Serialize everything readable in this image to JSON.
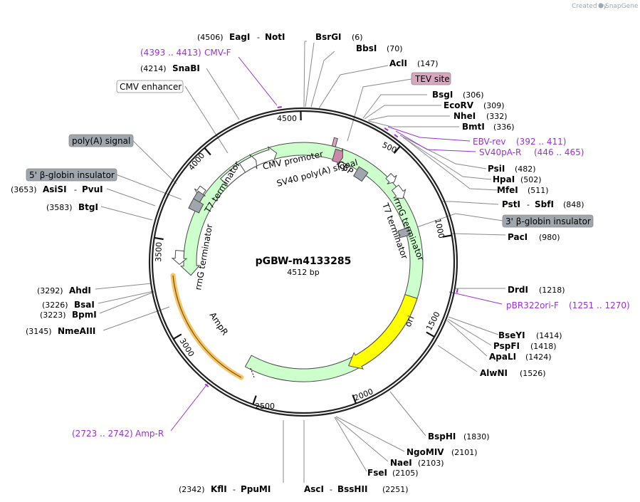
{
  "header": {
    "created_by": "Created by",
    "brand": "SnapGene"
  },
  "plasmid": {
    "name": "pGBW-m4133285",
    "length_label": "4512 bp",
    "length": 4512
  },
  "colors": {
    "primer": "#9b30d9",
    "ampr": "#ccffcc",
    "ori": "#ffff00",
    "tev": "#d9a6c0",
    "gray": "#a0a6ad",
    "highlight": "#f5c56b",
    "arrow": "#ffffff"
  },
  "ticks": [
    {
      "pos": 500,
      "label": "500"
    },
    {
      "pos": 1000,
      "label": "1000"
    },
    {
      "pos": 1500,
      "label": "1500"
    },
    {
      "pos": 2000,
      "label": "2000"
    },
    {
      "pos": 2500,
      "label": "2500"
    },
    {
      "pos": 3000,
      "label": "3000"
    },
    {
      "pos": 3500,
      "label": "3500"
    },
    {
      "pos": 4000,
      "label": "4000"
    },
    {
      "pos": 4500,
      "label": "4500"
    }
  ],
  "sites": [
    {
      "name": "EagI",
      "partner": "NotI",
      "pos": 4506,
      "pos_text": "(4506)"
    },
    {
      "name": "BsrGI",
      "pos": 6,
      "pos_text": "(6)"
    },
    {
      "name": "BbsI",
      "pos": 70,
      "pos_text": "(70)"
    },
    {
      "name": "AclI",
      "pos": 147,
      "pos_text": "(147)"
    },
    {
      "name": "BsgI",
      "pos": 306,
      "pos_text": "(306)"
    },
    {
      "name": "EcoRV",
      "pos": 309,
      "pos_text": "(309)"
    },
    {
      "name": "NheI",
      "pos": 332,
      "pos_text": "(332)"
    },
    {
      "name": "BmtI",
      "pos": 336,
      "pos_text": "(336)"
    },
    {
      "name": "PsiI",
      "pos": 482,
      "pos_text": "(482)"
    },
    {
      "name": "HpaI",
      "pos": 502,
      "pos_text": "(502)"
    },
    {
      "name": "MfeI",
      "pos": 511,
      "pos_text": "(511)"
    },
    {
      "name": "PstI",
      "partner": "SbfI",
      "pos": 848,
      "pos_text": "(848)"
    },
    {
      "name": "PacI",
      "pos": 980,
      "pos_text": "(980)"
    },
    {
      "name": "DrdI",
      "pos": 1218,
      "pos_text": "(1218)"
    },
    {
      "name": "BseYI",
      "pos": 1414,
      "pos_text": "(1414)"
    },
    {
      "name": "PspFI",
      "pos": 1418,
      "pos_text": "(1418)"
    },
    {
      "name": "ApaLI",
      "pos": 1424,
      "pos_text": "(1424)"
    },
    {
      "name": "AlwNI",
      "pos": 1526,
      "pos_text": "(1526)"
    },
    {
      "name": "BspHI",
      "pos": 1830,
      "pos_text": "(1830)"
    },
    {
      "name": "NgoMIV",
      "pos": 2101,
      "pos_text": "(2101)"
    },
    {
      "name": "NaeI",
      "pos": 2103,
      "pos_text": "(2103)"
    },
    {
      "name": "FseI",
      "pos": 2105,
      "pos_text": "(2105)"
    },
    {
      "name": "AscI",
      "partner": "BssHII",
      "pos": 2251,
      "pos_text": "(2251)"
    },
    {
      "name": "KflI",
      "partner": "PpuMI",
      "pos": 2342,
      "pos_text": "(2342)"
    },
    {
      "name": "NmeAIII",
      "pos": 3145,
      "pos_text": "(3145)"
    },
    {
      "name": "BpmI",
      "pos": 3223,
      "pos_text": "(3223)"
    },
    {
      "name": "BsaI",
      "pos": 3226,
      "pos_text": "(3226)"
    },
    {
      "name": "AhdI",
      "pos": 3292,
      "pos_text": "(3292)"
    },
    {
      "name": "BtgI",
      "pos": 3583,
      "pos_text": "(3583)"
    },
    {
      "name": "AsiSI",
      "partner": "PvuI",
      "pos": 3653,
      "pos_text": "(3653)"
    },
    {
      "name": "SnaBI",
      "pos": 4214,
      "pos_text": "(4214)"
    }
  ],
  "primers": [
    {
      "name": "CMV-F",
      "range": "(4393 .. 4413)",
      "start": 4393,
      "end": 4413
    },
    {
      "name": "EBV-rev",
      "range": "(392 .. 411)",
      "start": 392,
      "end": 411
    },
    {
      "name": "SV40pA-R",
      "range": "(446 .. 465)",
      "start": 446,
      "end": 465
    },
    {
      "name": "pBR322ori-F",
      "range": "(1251 .. 1270)",
      "start": 1251,
      "end": 1270
    },
    {
      "name": "Amp-R",
      "range": "(2723 .. 2742)",
      "start": 2723,
      "end": 2742
    }
  ],
  "boxed_labels": [
    {
      "text": "TEV site"
    },
    {
      "text": "CMV enhancer"
    },
    {
      "text": "poly(A) signal"
    },
    {
      "text": "5' β-globin insulator"
    },
    {
      "text": "3' β-globin insulator"
    }
  ],
  "features": [
    {
      "name": "CMV promoter"
    },
    {
      "name": "SV40 poly(A) signal"
    },
    {
      "name": "CBP"
    },
    {
      "name": "T7 terminator"
    },
    {
      "name": "rrnG terminator"
    },
    {
      "name": "AmpR"
    },
    {
      "name": "ori"
    }
  ]
}
